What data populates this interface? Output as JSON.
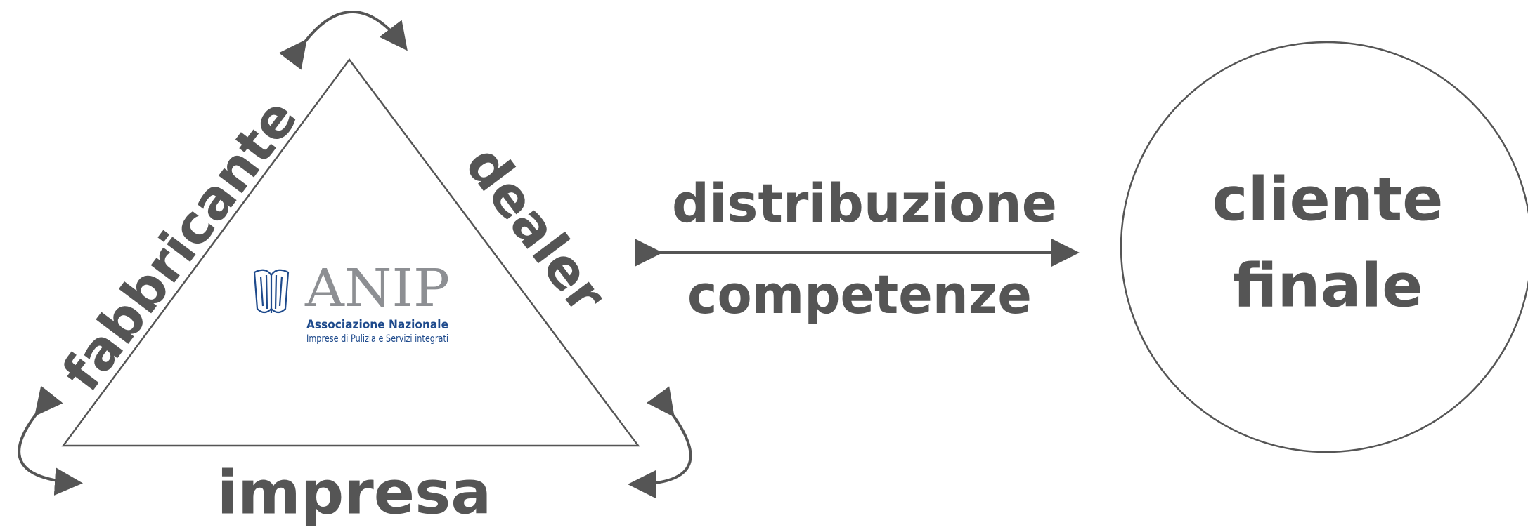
{
  "diagram": {
    "triangle_sides": {
      "left": "fabbricante",
      "right": "dealer",
      "bottom": "impresa"
    },
    "connector": {
      "top_label": "distribuzione",
      "bottom_label": "competenze"
    },
    "target": {
      "line1": "cliente",
      "line2": "finale"
    },
    "logo": {
      "name": "ANIP",
      "subtitle_line1": "Associazione Nazionale",
      "subtitle_line2": "Imprese di Pulizia e Servizi integrati"
    },
    "colors": {
      "text": "#555555",
      "lines": "#555555",
      "logo_word": "#8d8f93",
      "logo_accent": "#1e4a8c"
    }
  }
}
